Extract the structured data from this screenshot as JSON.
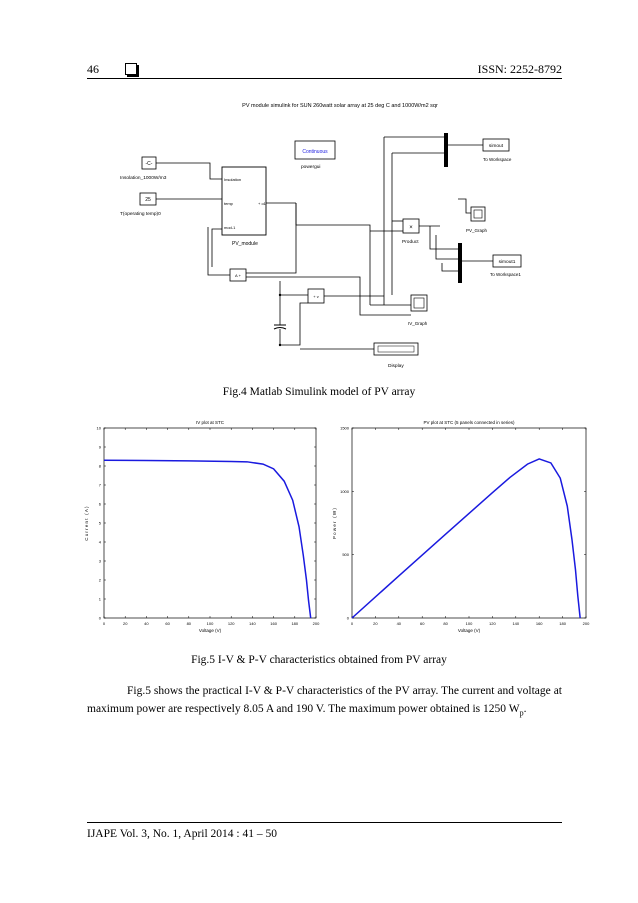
{
  "header": {
    "page_number": "46",
    "issn": "ISSN: 2252-8792"
  },
  "figure4": {
    "title": "PV module simulink for SUN 260watt solar array at 25 deg C and 1000W/m2 sqr",
    "blocks": {
      "insolation_const": "-C-",
      "insolation_label": "Insolation_1000W/m3",
      "temp_const": "25",
      "temp_label": "T(operating temp)0",
      "pv_in1": "Insolation",
      "pv_in2": "temp",
      "pv_in3": "mod-1",
      "pv_out": "+ o1",
      "pv_label": "PV_module",
      "powergui_text": "Continuous",
      "powergui_label": "powergui",
      "simout_text": "simout",
      "simout_label": "To Workspace",
      "product_label": "Product",
      "product_sym": "×",
      "pv_graph_label": "PV_Graph",
      "simout1_text": "simout1",
      "simout1_label": "To Workspace1",
      "iv_graph_label": "IV_Graph",
      "display_label": "Display"
    },
    "caption": "Fig.4 Matlab  Simulink model of PV array"
  },
  "figure5": {
    "caption": "Fig.5 I-V & P-V characteristics obtained from PV array"
  },
  "chart_data": [
    {
      "type": "line",
      "title": "IV plot at STC",
      "xlabel": "Voltage (V)",
      "ylabel": "Current (A)",
      "xlim": [
        0,
        200
      ],
      "ylim": [
        0,
        10
      ],
      "x_ticks": [
        0,
        20,
        40,
        60,
        80,
        100,
        120,
        140,
        160,
        180,
        200
      ],
      "y_ticks": [
        0,
        1,
        2,
        3,
        4,
        5,
        6,
        7,
        8,
        9,
        10
      ],
      "grid": false,
      "series": [
        {
          "x": [
            0,
            40,
            80,
            120,
            135,
            150,
            160,
            170,
            178,
            184,
            188,
            191,
            193,
            195
          ],
          "y": [
            8.3,
            8.29,
            8.27,
            8.24,
            8.22,
            8.1,
            7.85,
            7.2,
            6.2,
            4.8,
            3.3,
            2.0,
            0.9,
            0.0
          ],
          "color": "#1a1adf"
        }
      ]
    },
    {
      "type": "line",
      "title": "PV plot at STC (5 panels connected in series)",
      "xlabel": "Voltage (V)",
      "ylabel": "Power (W)",
      "xlim": [
        0,
        200
      ],
      "ylim": [
        0,
        1500
      ],
      "x_ticks": [
        0,
        20,
        40,
        60,
        80,
        100,
        120,
        140,
        160,
        180,
        200
      ],
      "y_ticks": [
        0,
        500,
        1000,
        1500
      ],
      "grid": false,
      "series": [
        {
          "x": [
            0,
            40,
            80,
            120,
            135,
            150,
            160,
            170,
            178,
            184,
            188,
            191,
            193,
            195
          ],
          "y": [
            0,
            332,
            662,
            989,
            1110,
            1215,
            1256,
            1224,
            1104,
            883,
            620,
            382,
            174,
            0
          ],
          "color": "#1a1adf"
        }
      ]
    }
  ],
  "body_text": {
    "line1": "Fig.5 shows the  practical I-V & P-V characteristics of the PV array. The current and voltage at maximum power are respectively 8.05 A and 190 V. The maximum power obtained is 1250 W",
    "subscript": "p",
    "end": "."
  },
  "footer": {
    "text": "IJAPE Vol. 3, No. 1, April 2014 :  41 – 50"
  }
}
